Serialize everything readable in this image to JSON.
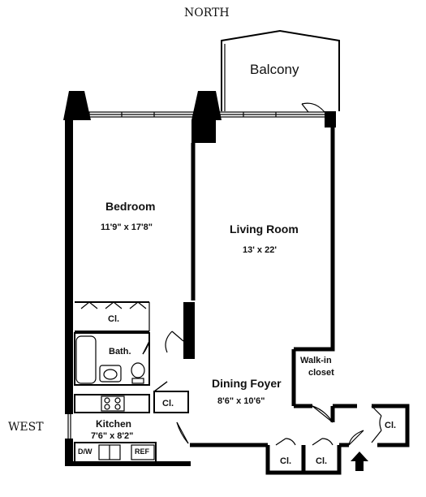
{
  "compass": {
    "north": "NORTH",
    "west": "WEST"
  },
  "rooms": {
    "balcony": {
      "name": "Balcony"
    },
    "bedroom": {
      "name": "Bedroom",
      "dimensions": "11'9\" x 17'8\""
    },
    "living_room": {
      "name": "Living Room",
      "dimensions": "13' x 22'"
    },
    "bath": {
      "name": "Bath."
    },
    "walk_in_closet": {
      "line1": "Walk-in",
      "line2": "closet"
    },
    "dining_foyer": {
      "name": "Dining Foyer",
      "dimensions": "8'6\" x 10'6\""
    },
    "kitchen": {
      "name": "Kitchen",
      "dimensions": "7'6\" x 8'2\""
    }
  },
  "closets": {
    "bedroom_closet": "Cl.",
    "kitchen_closet": "Cl.",
    "entry_closet_right": "Cl.",
    "bottom_closet_1": "Cl.",
    "bottom_closet_2": "Cl."
  },
  "appliances": {
    "dishwasher": "D/W",
    "refrigerator": "REF"
  }
}
